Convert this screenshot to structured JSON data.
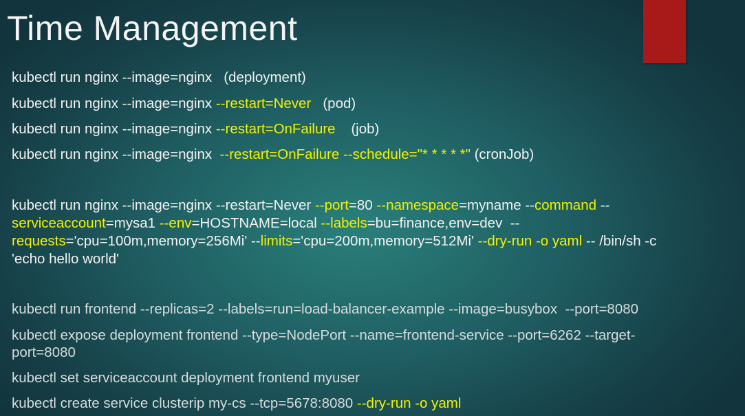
{
  "title": "Time Management",
  "accent_color": "#a81a1a",
  "highlight_color": "#f2f200",
  "block1": [
    {
      "segments": [
        {
          "text": "kubectl run nginx --image=nginx   (deployment)",
          "hl": false
        }
      ]
    },
    {
      "segments": [
        {
          "text": "kubectl run nginx --image=nginx ",
          "hl": false
        },
        {
          "text": "--restart=Never",
          "hl": true
        },
        {
          "text": "   (pod)",
          "hl": false
        }
      ]
    },
    {
      "segments": [
        {
          "text": "kubectl run nginx --image=nginx ",
          "hl": false
        },
        {
          "text": "--restart=OnFailure",
          "hl": true
        },
        {
          "text": "    (job)",
          "hl": false
        }
      ]
    },
    {
      "segments": [
        {
          "text": "kubectl run nginx --image=nginx  ",
          "hl": false
        },
        {
          "text": "--restart=OnFailure --schedule=\"* * * * *\"",
          "hl": true
        },
        {
          "text": " (cronJob)",
          "hl": false
        }
      ]
    }
  ],
  "block2": [
    {
      "segments": [
        {
          "text": "kubectl run nginx --image=nginx --restart=Never ",
          "hl": false
        },
        {
          "text": "--port",
          "hl": true
        },
        {
          "text": "=80 ",
          "hl": false
        },
        {
          "text": "--namespace",
          "hl": true
        },
        {
          "text": "=myname --",
          "hl": false
        },
        {
          "text": "command",
          "hl": true
        },
        {
          "text": " --",
          "hl": false
        }
      ]
    },
    {
      "segments": [
        {
          "text": "serviceaccount",
          "hl": true
        },
        {
          "text": "=mysa1 ",
          "hl": false
        },
        {
          "text": "--env",
          "hl": true
        },
        {
          "text": "=HOSTNAME=local ",
          "hl": false
        },
        {
          "text": "--labels",
          "hl": true
        },
        {
          "text": "=bu=finance,env=dev  --",
          "hl": false
        }
      ]
    },
    {
      "segments": [
        {
          "text": "requests",
          "hl": true
        },
        {
          "text": "='cpu=100m,memory=256Mi' --",
          "hl": false
        },
        {
          "text": "limits",
          "hl": true
        },
        {
          "text": "='cpu=200m,memory=512Mi' ",
          "hl": false
        },
        {
          "text": "--dry-run -o yaml",
          "hl": true
        },
        {
          "text": " -- /bin/sh -c",
          "hl": false
        }
      ]
    },
    {
      "segments": [
        {
          "text": "'echo hello world'",
          "hl": false
        }
      ]
    }
  ],
  "block3": [
    {
      "segments": [
        {
          "text": "kubectl run frontend --replicas=2 --labels=run=load-balancer-example --image=busybox  --port=8080",
          "hl": false
        }
      ]
    },
    {
      "segments": [
        {
          "text": "kubectl expose deployment frontend --type=NodePort --name=frontend-service --port=6262 --target-",
          "hl": false
        }
      ]
    },
    {
      "segments": [
        {
          "text": "port=8080",
          "hl": false
        }
      ]
    },
    {
      "segments": [
        {
          "text": "kubectl set serviceaccount deployment frontend myuser",
          "hl": false
        }
      ]
    },
    {
      "segments": [
        {
          "text": "kubectl create service clusterip my-cs --tcp=5678:8080 ",
          "hl": false
        },
        {
          "text": "--dry-run -o yaml",
          "hl": true
        }
      ]
    }
  ]
}
